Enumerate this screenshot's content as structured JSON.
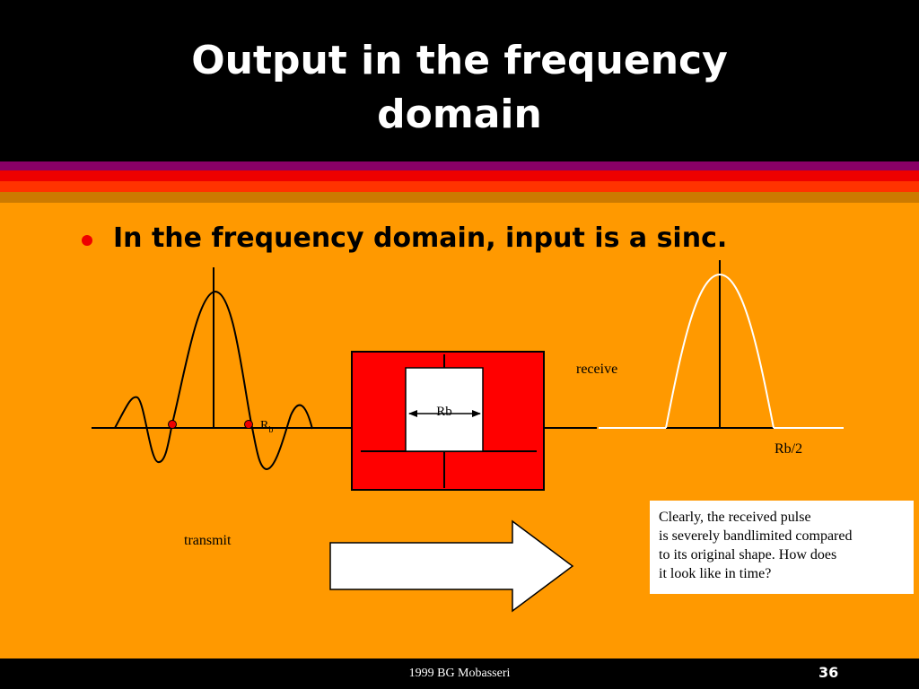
{
  "slide": {
    "title_line1": "Output in the frequency",
    "title_line2": "domain",
    "bullet": "In the frequency domain, input is a sinc."
  },
  "diagram": {
    "transmit_label": "transmit",
    "receive_label": "receive",
    "rb_label": "Rb",
    "rb_subscript_base": "R",
    "rb_subscript": "b",
    "cutoff_label": "Rb/2"
  },
  "note": {
    "line1": "Clearly, the received pulse",
    "line2": "is severely bandlimited compared",
    "line3": "to its original shape. How does",
    "line4": "it look like in time?"
  },
  "footer": {
    "credit": "1999 BG Mobasseri",
    "page_number": "36"
  },
  "colors": {
    "background": "#ff9900",
    "title_bar": "#000000",
    "bullet": "#ee0000",
    "filter_box": "#ff0000",
    "stripes": [
      "#880066",
      "#ee0000",
      "#ff3300",
      "#cc7a00"
    ]
  }
}
